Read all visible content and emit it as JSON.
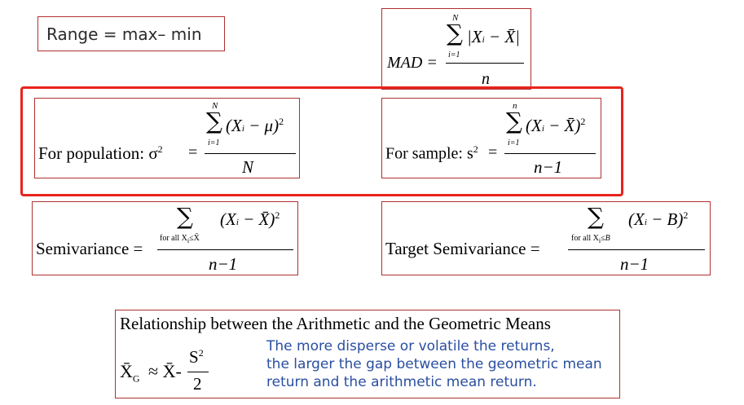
{
  "range": {
    "text": "Range = max– min"
  },
  "mad": {
    "lhs": "MAD =",
    "sum_upper": "N",
    "sum_lower": "i=1",
    "sigma": "∑",
    "numerator": "|X",
    "sub_i": "i",
    "numerator_rest": " − X̄|",
    "denominator": "n"
  },
  "population": {
    "label": "For population: σ",
    "sup": "2",
    "eq": "=",
    "sum_upper": "N",
    "sum_lower": "i=1",
    "sigma": "∑",
    "numerator": "(X",
    "sub_i": "i",
    "numerator_rest": " − μ)",
    "num_sup": "2",
    "denominator": "N"
  },
  "sample": {
    "label": "For sample: s",
    "sup": "2",
    "eq": "=",
    "sum_upper": "n",
    "sum_lower": "i=1",
    "sigma": "∑",
    "numerator": "(X",
    "sub_i": "i",
    "numerator_rest": " − X̄)",
    "num_sup": "2",
    "denominator": "n−1"
  },
  "semivariance": {
    "label": "Semivariance =",
    "sigma": "∑",
    "sum_lower": "for all X",
    "sum_lower_sub": "i",
    "sum_lower_rest": "≤X̄",
    "numerator": "(X",
    "sub_i": "i",
    "numerator_rest": " − X̄)",
    "num_sup": "2",
    "denominator": "n−1"
  },
  "target_semivariance": {
    "label": "Target Semivariance =",
    "sigma": "∑",
    "sum_lower": "for all X",
    "sum_lower_sub": "i",
    "sum_lower_rest": "≤B",
    "numerator": "(X",
    "sub_i": "i",
    "numerator_rest": " − B)",
    "num_sup": "2",
    "denominator": "n−1"
  },
  "relationship": {
    "title": "Relationship between the Arithmetic and the Geometric Means",
    "xg": "X̄",
    "xg_sub": "G",
    "approx": "≈ X̄-",
    "frac_num": "S",
    "frac_num_sup": "2",
    "frac_den": "2",
    "note_lines": [
      "The more disperse or volatile the returns,",
      "the larger the gap between the geometric mean",
      "return and the arithmetic mean return."
    ]
  },
  "colors": {
    "box_border": "#b03030",
    "highlight": "#e8231b",
    "note_text": "#2a4fa0"
  }
}
